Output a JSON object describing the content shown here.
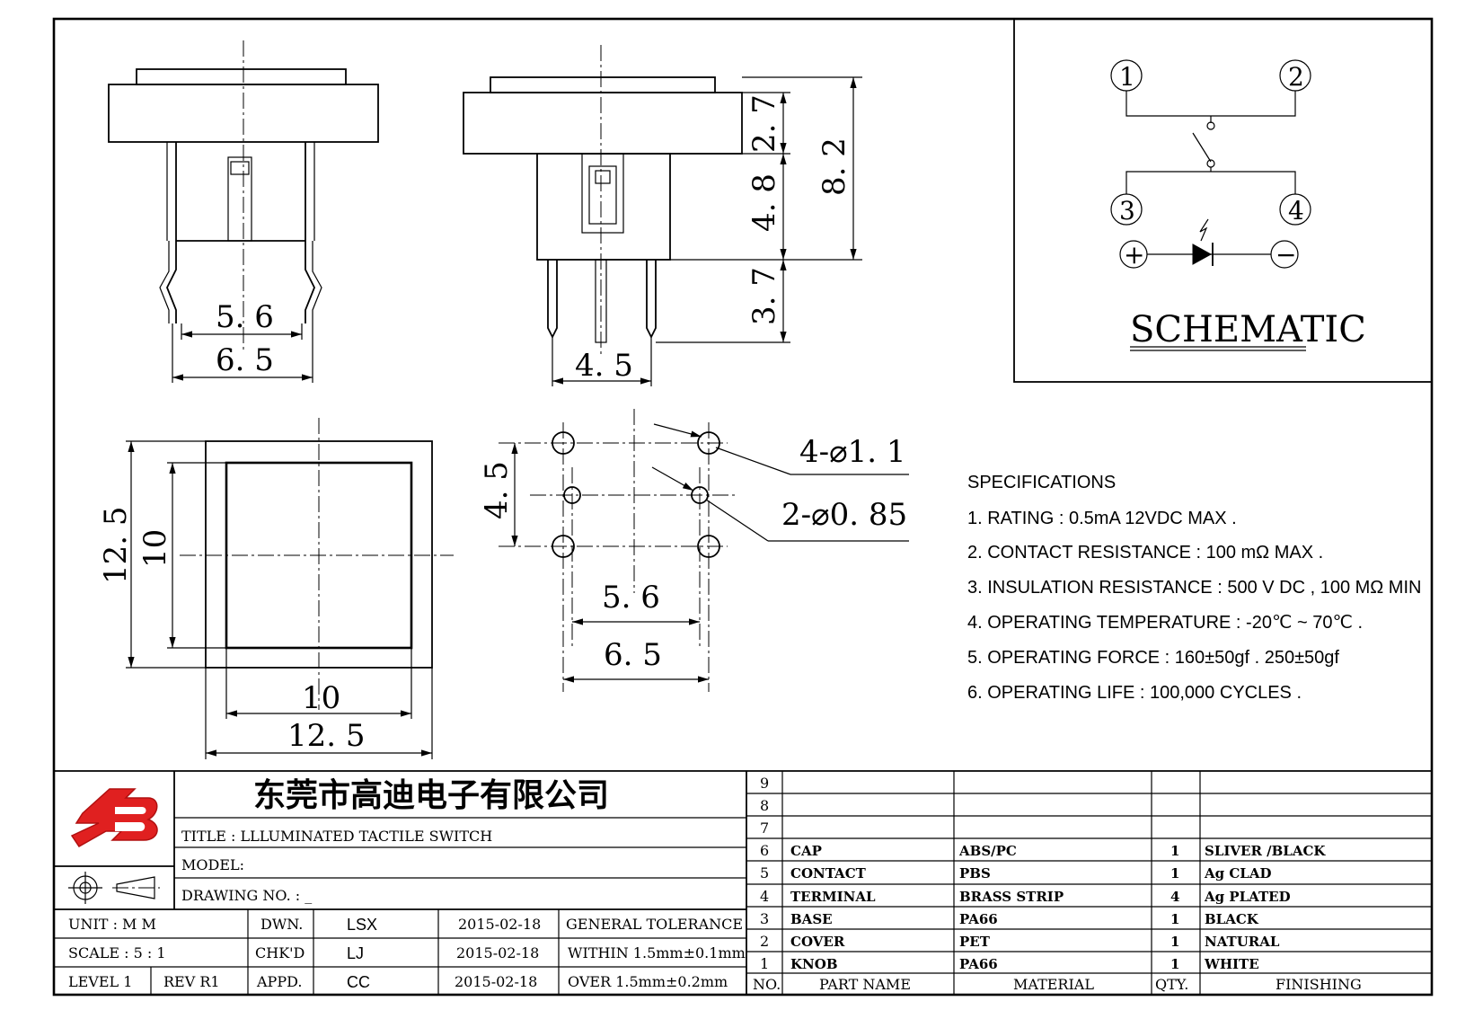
{
  "dimensions": {
    "side_left_56": "5. 6",
    "side_left_65": "6. 5",
    "front_27": "2. 7",
    "front_48": "4. 8",
    "front_82": "8. 2",
    "front_37": "3. 7",
    "front_45": "4. 5",
    "top_125_v": "12. 5",
    "top_10_v": "10",
    "top_10_h": "10",
    "top_125_h": "12. 5",
    "hole_45": "4. 5",
    "hole_56": "5. 6",
    "hole_65": "6. 5",
    "hole_callout_1": "4-⌀1. 1",
    "hole_callout_2": "2-⌀0. 85"
  },
  "schematic": {
    "title": "SCHEMATIC",
    "pin1": "1",
    "pin2": "2",
    "pin3": "3",
    "pin4": "4",
    "plus": "+",
    "minus": "−"
  },
  "specifications": {
    "heading": "SPECIFICATIONS",
    "items": [
      "1. RATING : 0.5mA 12VDC MAX .",
      "2. CONTACT RESISTANCE : 100 mΩ MAX .",
      "3. INSULATION RESISTANCE : 500 V DC , 100 MΩ MIN",
      "4. OPERATING TEMPERATURE : -20℃ ~ 70℃ .",
      "5. OPERATING FORCE : 160±50gf . 250±50gf",
      "6. OPERATING LIFE : 100,000 CYCLES ."
    ]
  },
  "title_block": {
    "company": "东莞市高迪电子有限公司",
    "title": "TITLE :  LLLUMINATED TACTILE SWITCH",
    "model": "MODEL:",
    "drawing_no": "DRAWING NO. : _",
    "unit_label": "UNIT   :   M M",
    "scale_label": "SCALE  :  5 : 1",
    "level_label": "LEVEL 1",
    "rev_label": "REV  R1",
    "dwn": "DWN.",
    "chkd": "CHK'D",
    "appd": "APPD.",
    "dwn_name": "LSX",
    "chkd_name": "LJ",
    "appd_name": "CC",
    "dwn_date": "2015-02-18",
    "chkd_date": "2015-02-18",
    "appd_date": "2015-02-18",
    "general_tolerance": "GENERAL TOLERANCE",
    "within": "WITHIN 1.5mm±0.1mm",
    "over": "OVER   1.5mm±0.2mm"
  },
  "bom": {
    "headers": {
      "no": "NO.",
      "part_name": "PART  NAME",
      "material": "MATERIAL",
      "qty": "QTY.",
      "finishing": "FINISHING"
    },
    "empty_rows": [
      "9",
      "8",
      "7"
    ],
    "rows": [
      {
        "no": "6",
        "part": "CAP",
        "material": "ABS/PC",
        "qty": "1",
        "finishing": "SLIVER /BLACK"
      },
      {
        "no": "5",
        "part": "CONTACT",
        "material": "PBS",
        "qty": "1",
        "finishing": "Ag CLAD"
      },
      {
        "no": "4",
        "part": "TERMINAL",
        "material": "BRASS STRIP",
        "qty": "4",
        "finishing": "Ag PLATED"
      },
      {
        "no": "3",
        "part": "BASE",
        "material": "PA66",
        "qty": "1",
        "finishing": "BLACK"
      },
      {
        "no": "2",
        "part": "COVER",
        "material": "PET",
        "qty": "1",
        "finishing": "NATURAL"
      },
      {
        "no": "1",
        "part": "KNOB",
        "material": "PA66",
        "qty": "1",
        "finishing": "WHITE"
      }
    ]
  },
  "colors": {
    "logo_red": "#e02020",
    "line": "#000000",
    "paper": "#ffffff"
  }
}
